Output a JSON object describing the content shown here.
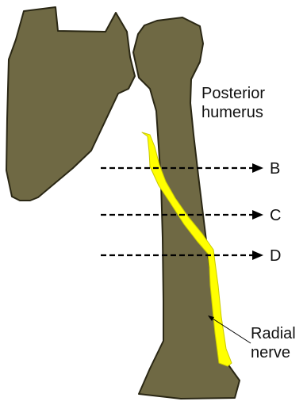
{
  "structure_label": [
    "Posterior",
    "humerus"
  ],
  "section_markers": [
    "B",
    "C",
    "D"
  ],
  "nerve_label": [
    "Radial",
    "nerve"
  ],
  "colors": {
    "bone_fill": "#6f6944",
    "bone_outline": "#2a2714",
    "nerve": "#ffff00",
    "nerve_outline": "#c9c900",
    "arrow": "#000000"
  }
}
